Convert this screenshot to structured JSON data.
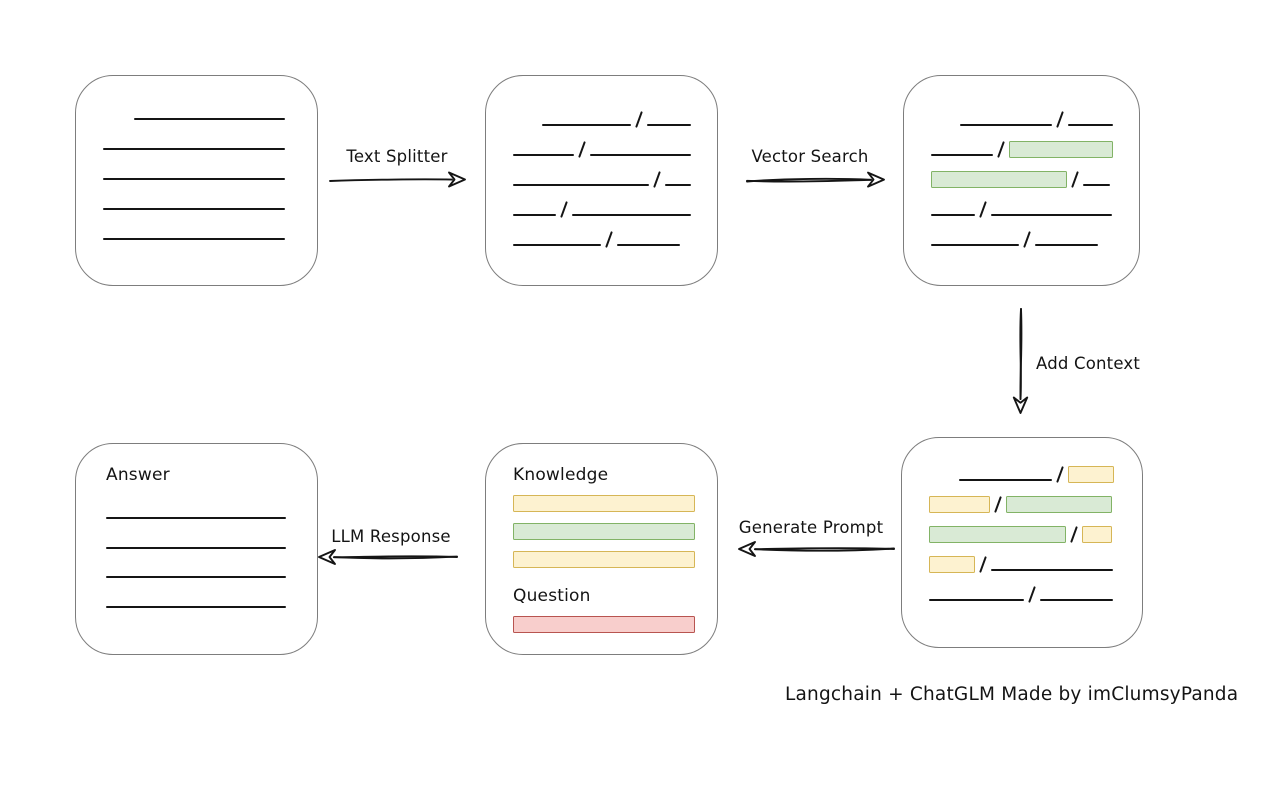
{
  "credit": "Langchain + ChatGLM Made by imClumsyPanda",
  "labels": {
    "text_splitter": "Text Splitter",
    "vector_search": "Vector Search",
    "add_context": "Add Context",
    "generate_prompt": "Generate Prompt",
    "llm_response": "LLM Response"
  },
  "colors": {
    "green_fill": "#d9ead5",
    "green_border": "#82b366",
    "yellow_fill": "#fdf2d0",
    "yellow_border": "#d6b656",
    "red_fill": "#f8cecc",
    "red_border": "#b85450",
    "line": "#151515",
    "box_border": "#7d7d7d"
  },
  "boxes": {
    "document": {
      "rows": [
        {
          "indent": 31,
          "segments": [
            {
              "type": "line",
              "w": 151
            }
          ]
        },
        {
          "segments": [
            {
              "type": "line",
              "w": 182
            }
          ]
        },
        {
          "segments": [
            {
              "type": "line",
              "w": 182
            }
          ]
        },
        {
          "segments": [
            {
              "type": "line",
              "w": 182
            }
          ]
        },
        {
          "segments": [
            {
              "type": "line",
              "w": 182
            }
          ]
        }
      ]
    },
    "chunks": {
      "rows": [
        {
          "indent": 29,
          "segments": [
            {
              "type": "line",
              "w": 92
            },
            {
              "type": "line",
              "w": 45
            }
          ]
        },
        {
          "segments": [
            {
              "type": "line",
              "w": 63
            },
            {
              "type": "line",
              "w": 105
            }
          ]
        },
        {
          "segments": [
            {
              "type": "line",
              "w": 139
            },
            {
              "type": "line",
              "w": 27
            }
          ]
        },
        {
          "segments": [
            {
              "type": "line",
              "w": 44
            },
            {
              "type": "line",
              "w": 121
            }
          ]
        },
        {
          "segments": [
            {
              "type": "line",
              "w": 88
            },
            {
              "type": "line",
              "w": 63
            }
          ]
        }
      ]
    },
    "retrieved": {
      "rows": [
        {
          "indent": 29,
          "segments": [
            {
              "type": "line",
              "w": 92
            },
            {
              "type": "line",
              "w": 45
            }
          ]
        },
        {
          "segments": [
            {
              "type": "line",
              "w": 63
            },
            {
              "type": "rect",
              "color": "green",
              "w": 103
            }
          ]
        },
        {
          "segments": [
            {
              "type": "rect",
              "color": "green",
              "w": 134
            },
            {
              "type": "line",
              "w": 27
            }
          ]
        },
        {
          "segments": [
            {
              "type": "line",
              "w": 44
            },
            {
              "type": "line",
              "w": 121
            }
          ]
        },
        {
          "segments": [
            {
              "type": "line",
              "w": 88
            },
            {
              "type": "line",
              "w": 63
            }
          ]
        }
      ]
    },
    "context": {
      "rows": [
        {
          "indent": 30,
          "segments": [
            {
              "type": "line",
              "w": 93
            },
            {
              "type": "rect",
              "color": "yellow",
              "w": 44
            }
          ]
        },
        {
          "segments": [
            {
              "type": "rect",
              "color": "yellow",
              "w": 59
            },
            {
              "type": "rect",
              "color": "green",
              "w": 104
            }
          ]
        },
        {
          "segments": [
            {
              "type": "rect",
              "color": "green",
              "w": 135
            },
            {
              "type": "rect",
              "color": "yellow",
              "w": 28
            }
          ]
        },
        {
          "segments": [
            {
              "type": "rect",
              "color": "yellow",
              "w": 44
            },
            {
              "type": "line",
              "w": 122
            }
          ]
        },
        {
          "segments": [
            {
              "type": "line",
              "w": 95
            },
            {
              "type": "line",
              "w": 73
            }
          ]
        }
      ]
    },
    "prompt": {
      "knowledge_label": "Knowledge",
      "question_label": "Question",
      "knowledge_bars": [
        "yellow",
        "green",
        "yellow"
      ],
      "question_bars": [
        "red"
      ]
    },
    "answer": {
      "label": "Answer",
      "lines": [
        180,
        180,
        180,
        180
      ]
    }
  }
}
